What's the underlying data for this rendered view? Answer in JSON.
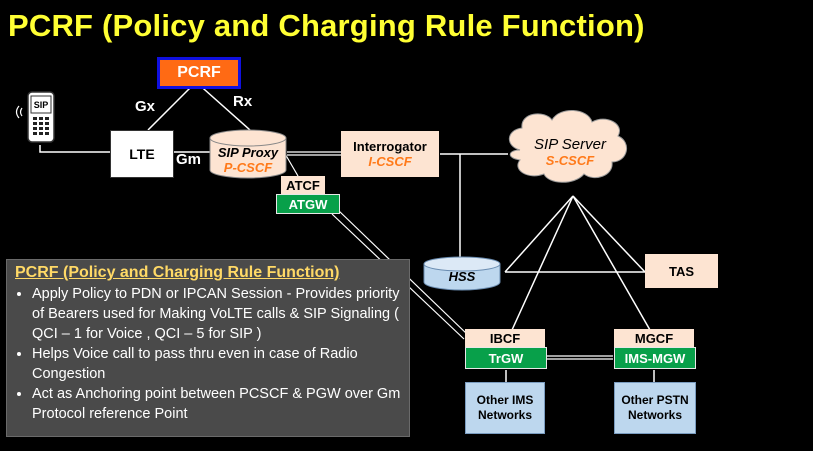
{
  "title": "PCRF (Policy and Charging Rule Function)",
  "nodes": {
    "pcrf": "PCRF",
    "lte": "LTE",
    "phone_sip": "SIP",
    "sip_proxy": "SIP Proxy",
    "p_cscf": "P-CSCF",
    "atcf": "ATCF",
    "atgw": "ATGW",
    "interrogator": "Interrogator",
    "i_cscf": "I-CSCF",
    "sip_server": "SIP Server",
    "s_cscf": "S-CSCF",
    "hss": "HSS",
    "tas": "TAS",
    "ibcf": "IBCF",
    "trgw": "TrGW",
    "mgcf": "MGCF",
    "ims_mgw": "IMS-MGW",
    "other_ims_1": "Other IMS",
    "other_ims_2": "Networks",
    "other_pstn_1": "Other PSTN",
    "other_pstn_2": "Networks"
  },
  "interfaces": {
    "gx": "Gx",
    "rx": "Rx",
    "gm": "Gm"
  },
  "colors": {
    "title": "#ffff33",
    "pcrf_fill": "#ff6a14",
    "pcrf_border": "#1010e0",
    "orange_text": "#ff7a1a",
    "peach": "#fde4d2",
    "green": "#08a04a",
    "light_blue": "#bdd7ee"
  },
  "info": {
    "heading": "PCRF (Policy and Charging Rule Function)",
    "bullets": [
      "Apply Policy to PDN or IPCAN Session - Provides priority of Bearers used for Making VoLTE calls & SIP Signaling ( QCI – 1 for Voice , QCI – 5 for SIP )",
      "Helps Voice call to pass thru even in case of Radio Congestion",
      "Act as Anchoring point between PCSCF & PGW over Gm Protocol reference Point"
    ]
  }
}
